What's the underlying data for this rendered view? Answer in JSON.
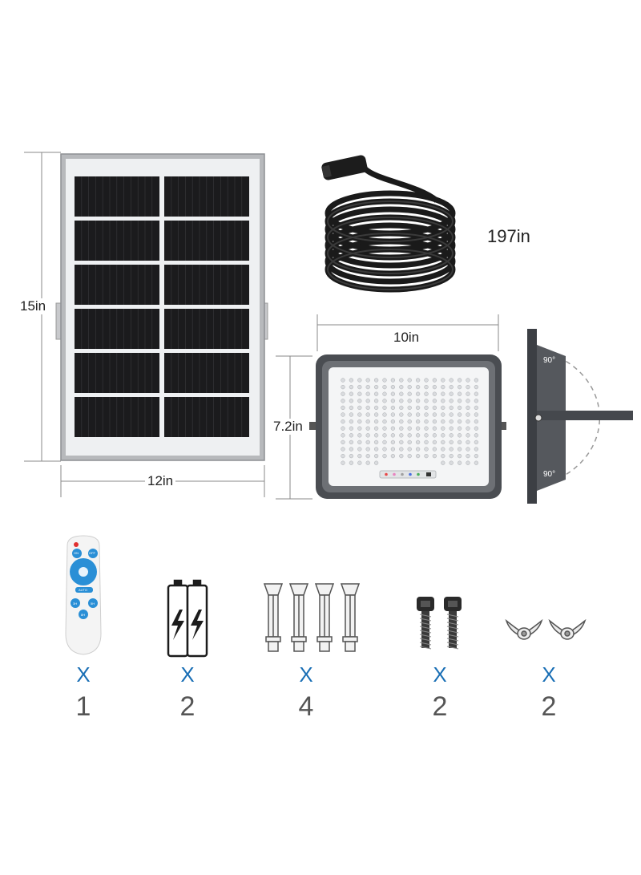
{
  "dimensions": {
    "panel_height": "15in",
    "panel_width": "12in",
    "cable_length": "197in",
    "light_width": "10in",
    "light_height": "7.2in"
  },
  "bracket": {
    "angle_top": "90°",
    "angle_bottom": "90°"
  },
  "remote_buttons": {
    "on": "ON",
    "off": "OFF",
    "auto": "AUTO",
    "timer_3h": "3H",
    "timer_5h": "5H",
    "timer_8h": "8H"
  },
  "accessories": [
    {
      "item": "remote control",
      "x": "X",
      "qty": "1"
    },
    {
      "item": "batteries",
      "x": "X",
      "qty": "2"
    },
    {
      "item": "expansion anchors",
      "x": "X",
      "qty": "4"
    },
    {
      "item": "screws",
      "x": "X",
      "qty": "2"
    },
    {
      "item": "wing nuts",
      "x": "X",
      "qty": "2"
    }
  ],
  "colors": {
    "accent_blue": "#1a6fb5",
    "remote_blue": "#2a8fd6",
    "panel_cell": "#1b1b1d",
    "light_body": "#4a4d52"
  }
}
